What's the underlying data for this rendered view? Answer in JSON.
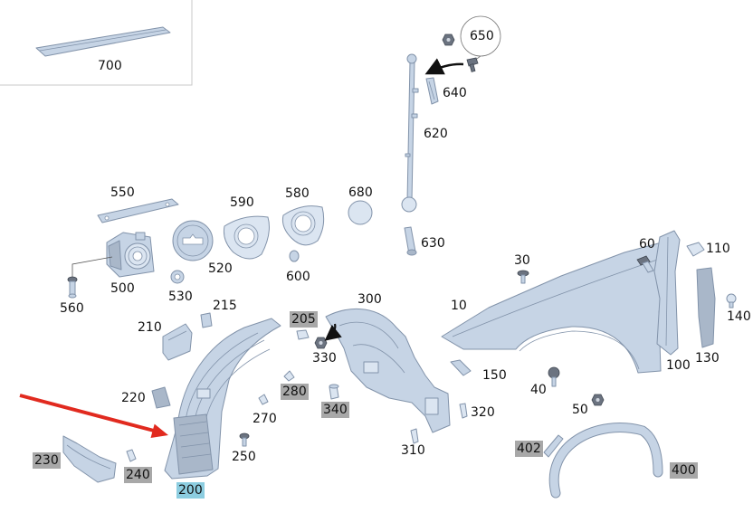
{
  "callouts": [
    {
      "number": "700"
    },
    {
      "number": "650"
    },
    {
      "number": "640"
    },
    {
      "number": "620"
    },
    {
      "number": "550"
    },
    {
      "number": "590"
    },
    {
      "number": "580"
    },
    {
      "number": "680"
    },
    {
      "number": "630"
    },
    {
      "number": "520"
    },
    {
      "number": "500"
    },
    {
      "number": "530"
    },
    {
      "number": "600"
    },
    {
      "number": "560"
    },
    {
      "number": "215"
    },
    {
      "number": "210"
    },
    {
      "number": "205",
      "highlight": "#a8a8a8"
    },
    {
      "number": "300"
    },
    {
      "number": "10"
    },
    {
      "number": "30"
    },
    {
      "number": "60"
    },
    {
      "number": "110"
    },
    {
      "number": "140"
    },
    {
      "number": "130"
    },
    {
      "number": "100"
    },
    {
      "number": "330"
    },
    {
      "number": "150"
    },
    {
      "number": "40"
    },
    {
      "number": "220"
    },
    {
      "number": "280",
      "highlight": "#a8a8a8"
    },
    {
      "number": "340",
      "highlight": "#a8a8a8"
    },
    {
      "number": "270"
    },
    {
      "number": "320"
    },
    {
      "number": "50"
    },
    {
      "number": "250"
    },
    {
      "number": "310"
    },
    {
      "number": "230",
      "highlight": "#a8a8a8"
    },
    {
      "number": "240",
      "highlight": "#a8a8a8"
    },
    {
      "number": "200",
      "highlight": "#8ccde0"
    },
    {
      "number": "402",
      "highlight": "#a8a8a8"
    },
    {
      "number": "400",
      "highlight": "#a8a8a8"
    }
  ],
  "colors": {
    "part_fill": "#c6d4e5",
    "part_light": "#dbe5f1",
    "part_dark": "#a9b7c9",
    "part_stroke": "#8293aa",
    "hardware": "#6b7380",
    "inset_border": "#c8c8c8",
    "callout_text": "#111111",
    "pointer_arrow": "#e12a1f",
    "motion_arrow": "#111111"
  }
}
